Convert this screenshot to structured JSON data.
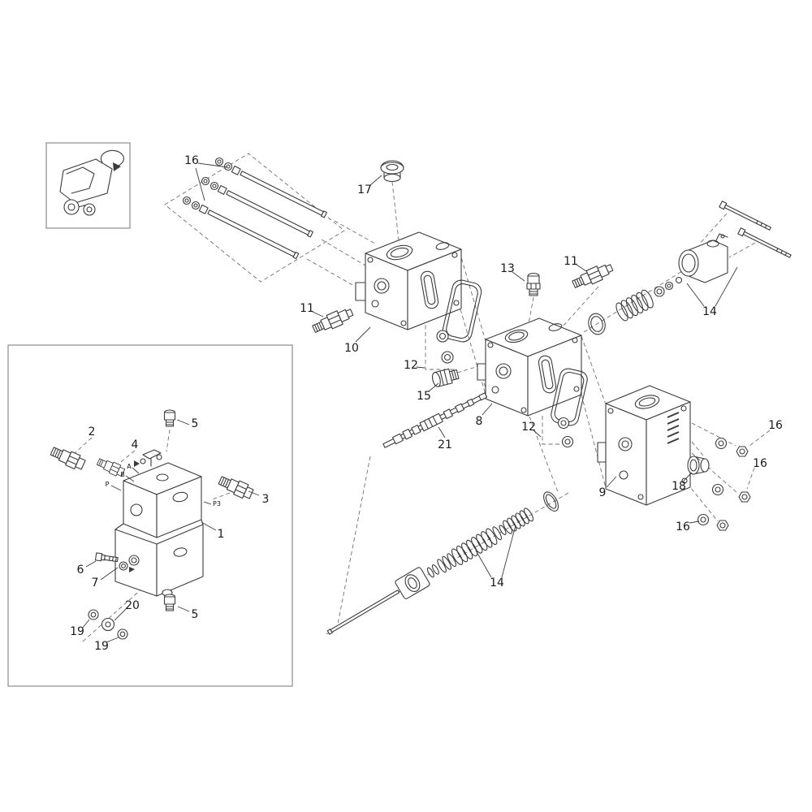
{
  "figure": {
    "type": "exploded-parts-diagram",
    "background": "#ffffff",
    "line_color": "#3b3b3b",
    "label_color": "#1a1a1a"
  },
  "callouts": [
    "16",
    "17",
    "11",
    "10",
    "12",
    "13",
    "11",
    "14",
    "15",
    "8",
    "12",
    "21",
    "9",
    "18",
    "16",
    "16",
    "16",
    "14",
    "2",
    "4",
    "5",
    "3",
    "1",
    "6",
    "7",
    "20",
    "19",
    "19",
    "5"
  ],
  "ports": [
    "A",
    "B",
    "P",
    "P3"
  ]
}
